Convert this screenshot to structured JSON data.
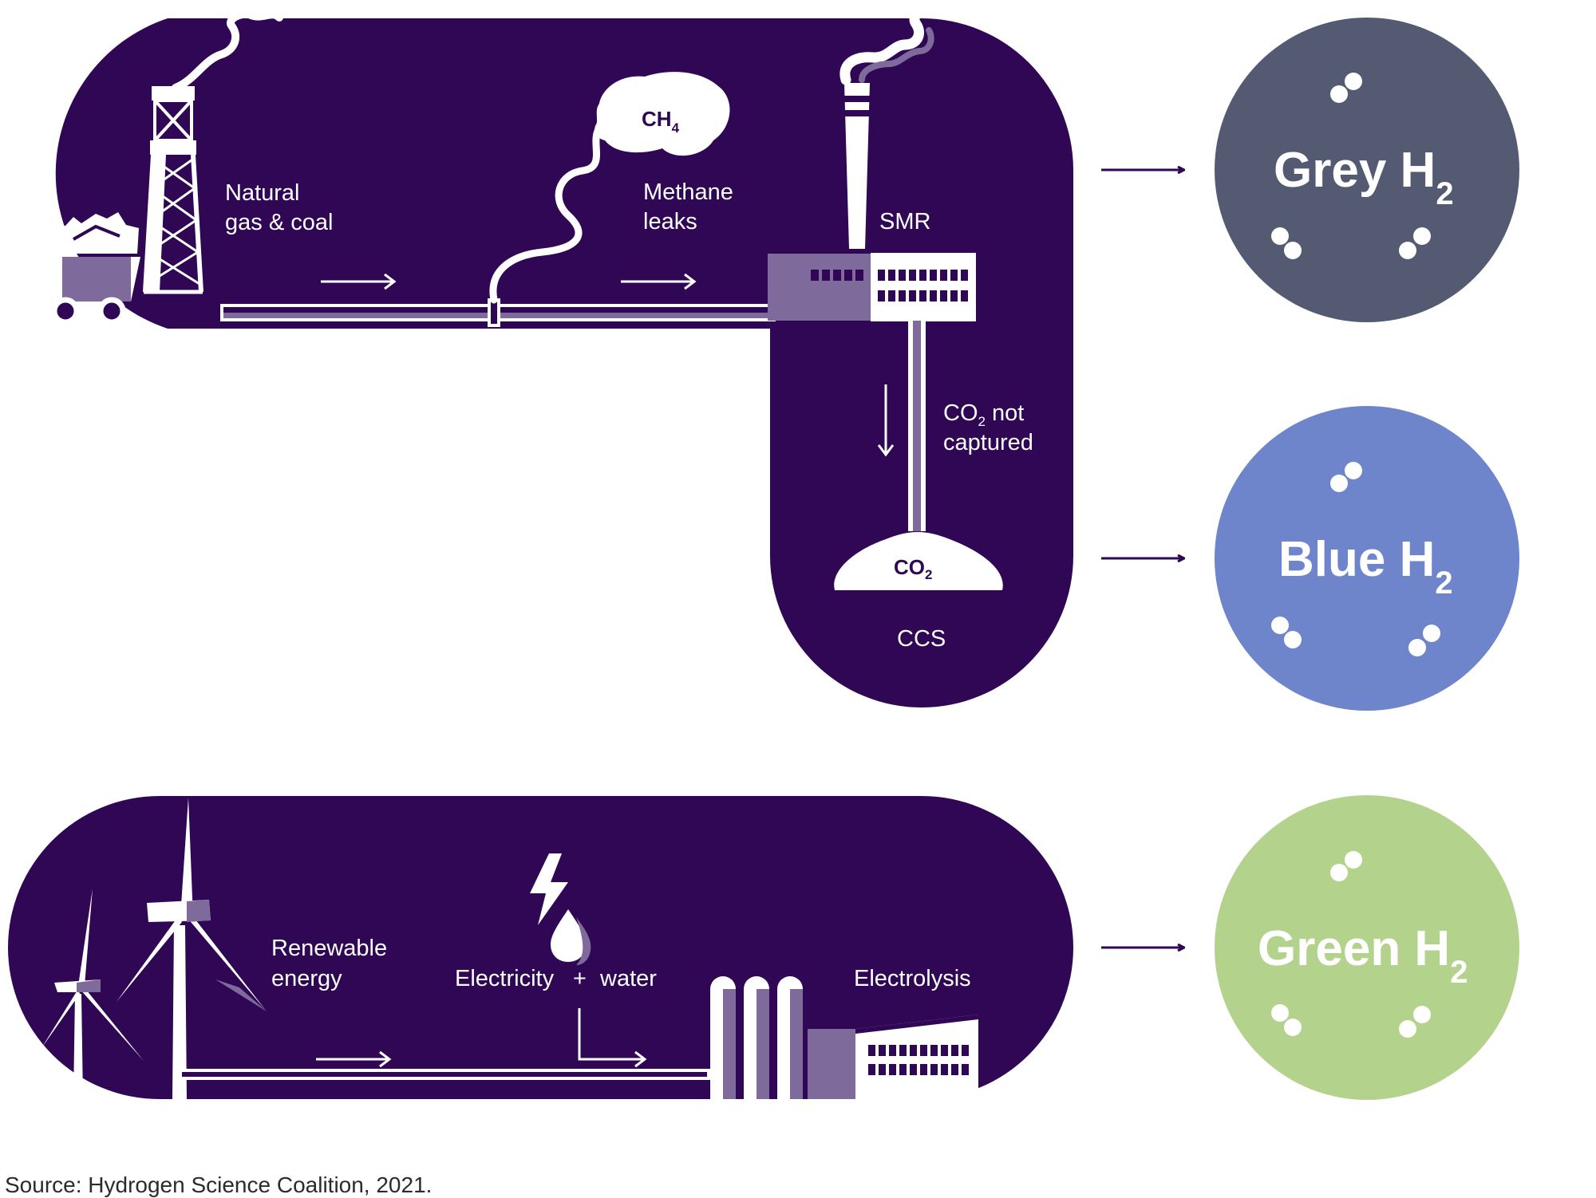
{
  "colors": {
    "background": "#ffffff",
    "panel": "#2f0755",
    "accent": "#7e6b9b",
    "grey_h2": "#545a71",
    "blue_h2": "#6e84cb",
    "green_h2": "#b3d38d",
    "arrow": "#2f0755",
    "line": "#ffffff"
  },
  "icons": [
    "coal-cart-icon",
    "gas-rig-icon",
    "pipeline-icon",
    "methane-cloud-icon",
    "smr-plant-icon",
    "chimney-icon",
    "co2-storage-icon",
    "wind-turbine-icon",
    "lightning-icon",
    "water-drop-icon",
    "electrolyser-icon",
    "hydrogen-molecule-icon"
  ],
  "labels": {
    "natural_gas_1": "Natural",
    "natural_gas_2": "gas & coal",
    "methane_1": "Methane",
    "methane_2": "leaks",
    "ch4_main": "CH",
    "ch4_sub": "4",
    "smr": "SMR",
    "co2_not_main": "CO",
    "co2_not_sub": "2",
    "co2_not_rest": "not",
    "captured": "captured",
    "co2_store_main": "CO",
    "co2_store_sub": "2",
    "ccs": "CCS",
    "renewable_1": "Renewable",
    "renewable_2": "energy",
    "electricity": "Electricity",
    "plus": "+",
    "water": "water",
    "electrolysis": "Electrolysis"
  },
  "outputs": {
    "grey": {
      "main": "Grey H",
      "sub": "2"
    },
    "blue": {
      "main": "Blue H",
      "sub": "2"
    },
    "green": {
      "main": "Green H",
      "sub": "2"
    }
  },
  "source": "Source: Hydrogen Science Coalition, 2021."
}
